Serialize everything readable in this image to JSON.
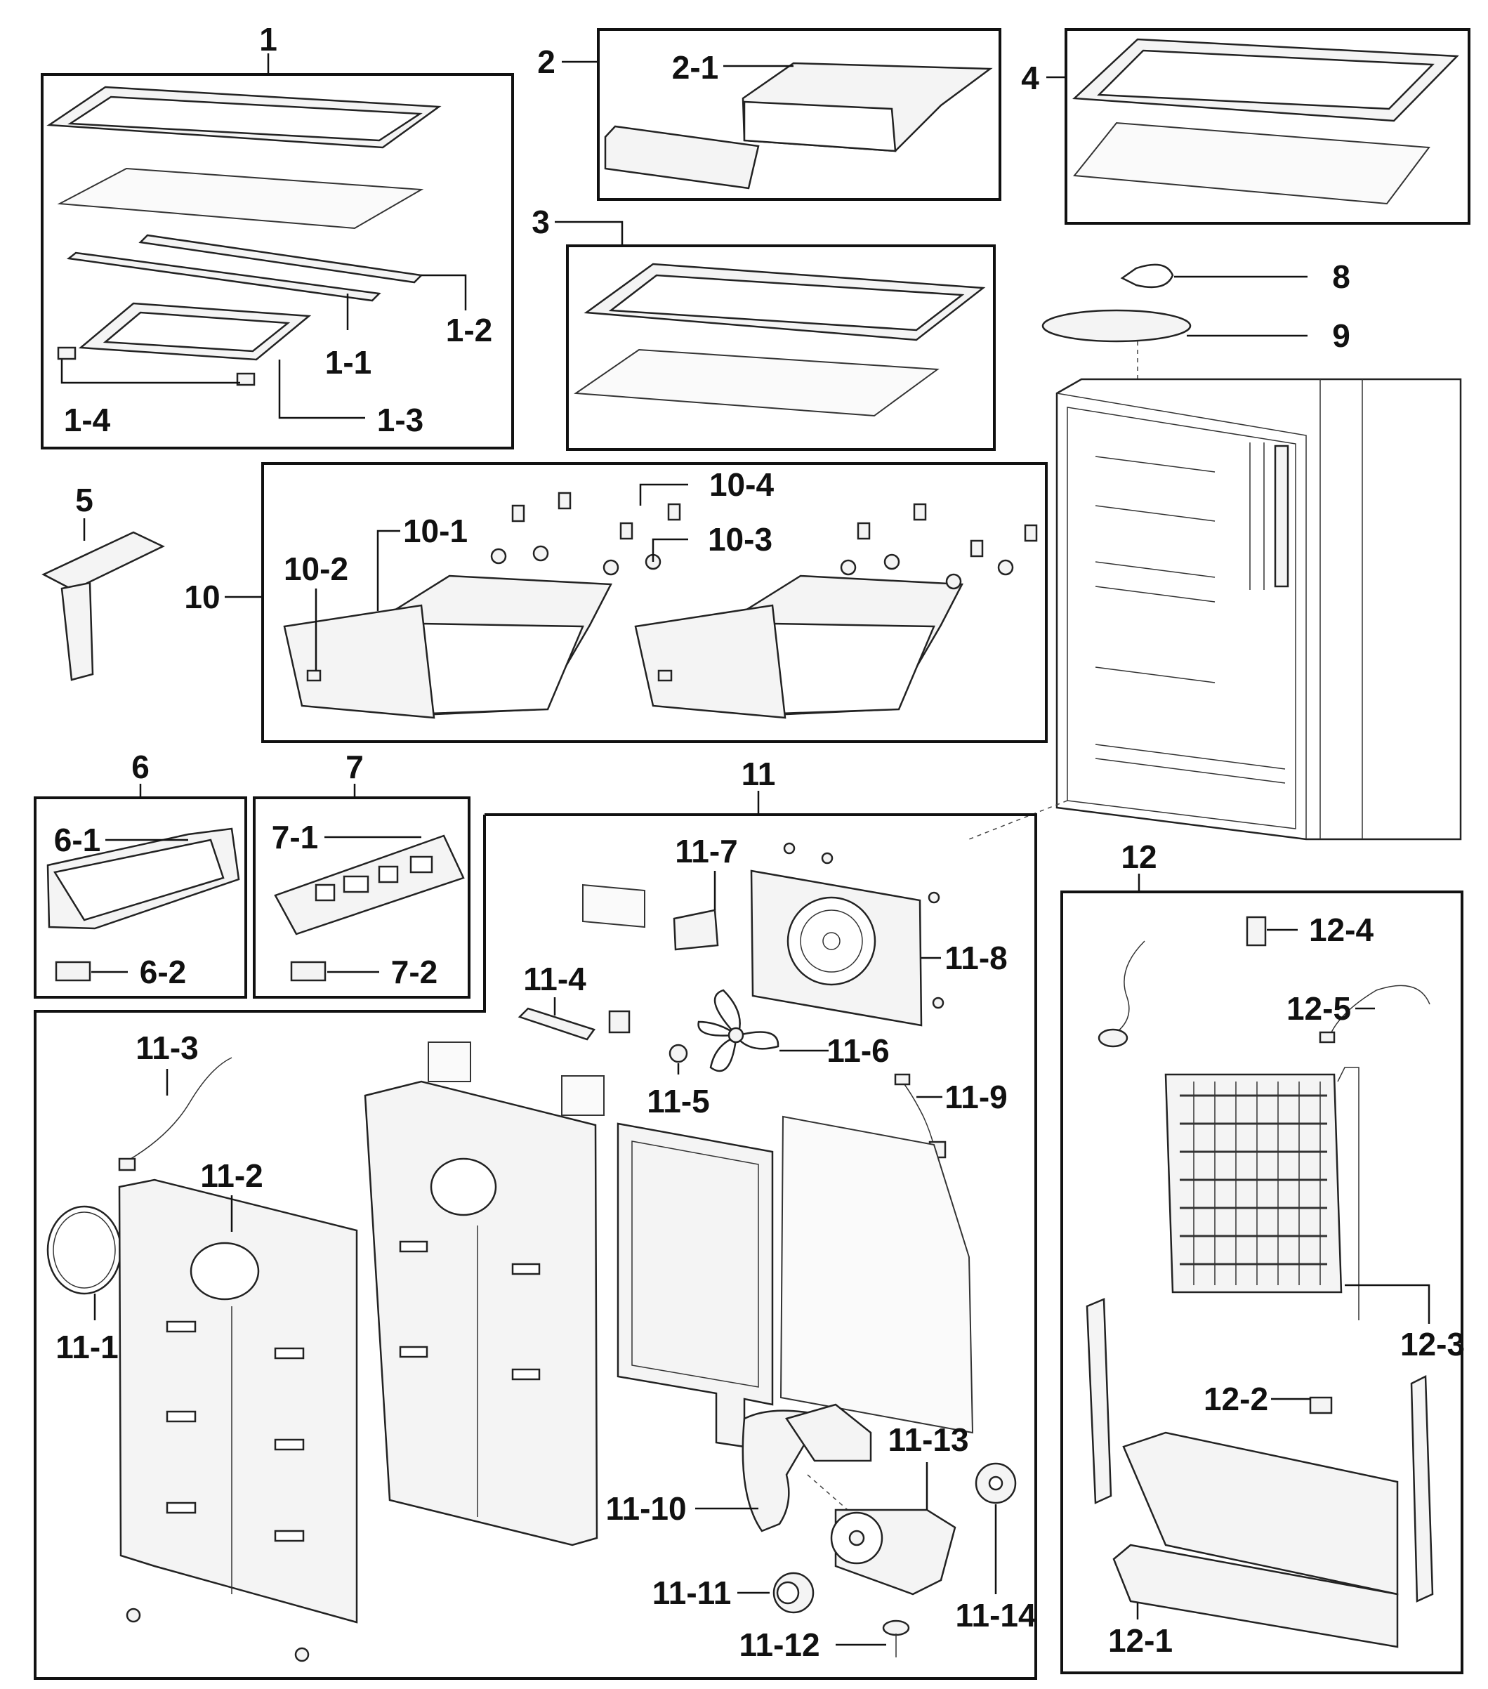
{
  "labels": {
    "l1": "1",
    "l1_1": "1-1",
    "l1_2": "1-2",
    "l1_3": "1-3",
    "l1_4": "1-4",
    "l2": "2",
    "l2_1": "2-1",
    "l3": "3",
    "l4": "4",
    "l5": "5",
    "l6": "6",
    "l6_1": "6-1",
    "l6_2": "6-2",
    "l7": "7",
    "l7_1": "7-1",
    "l7_2": "7-2",
    "l8": "8",
    "l9": "9",
    "l10": "10",
    "l10_1": "10-1",
    "l10_2": "10-2",
    "l10_3": "10-3",
    "l10_4": "10-4",
    "l11": "11",
    "l11_1": "11-1",
    "l11_2": "11-2",
    "l11_3": "11-3",
    "l11_4": "11-4",
    "l11_5": "11-5",
    "l11_6": "11-6",
    "l11_7": "11-7",
    "l11_8": "11-8",
    "l11_9": "11-9",
    "l11_10": "11-10",
    "l11_11": "11-11",
    "l11_12": "11-12",
    "l11_13": "11-13",
    "l11_14": "11-14",
    "l12": "12",
    "l12_1": "12-1",
    "l12_2": "12-2",
    "l12_3": "12-3",
    "l12_4": "12-4",
    "l12_5": "12-5"
  }
}
